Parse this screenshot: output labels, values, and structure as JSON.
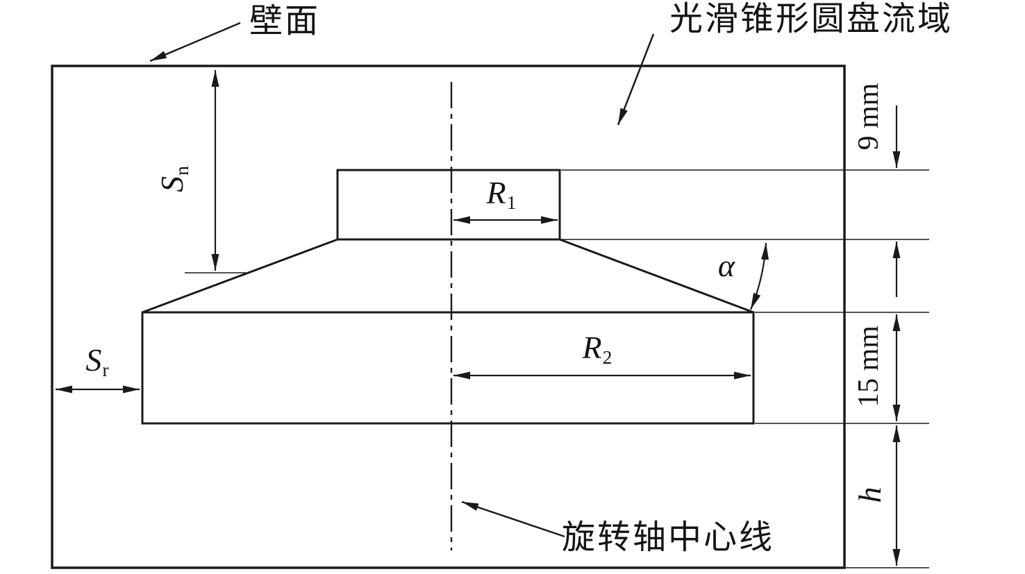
{
  "figure": {
    "labels": {
      "wall": "壁面",
      "domain": "光滑锥形圆盘流域",
      "axis": "旋转轴中心线",
      "alpha": "α",
      "dim9": "9 mm",
      "dim15": "15 mm",
      "h": "h",
      "sn": {
        "base": "S",
        "sub": "n"
      },
      "sr": {
        "base": "S",
        "sub": "r"
      },
      "r1": {
        "base": "R",
        "sub": "1"
      },
      "r2": {
        "base": "R",
        "sub": "2"
      }
    },
    "colors": {
      "line": "#1a1a1a",
      "background": "#ffffff"
    }
  }
}
